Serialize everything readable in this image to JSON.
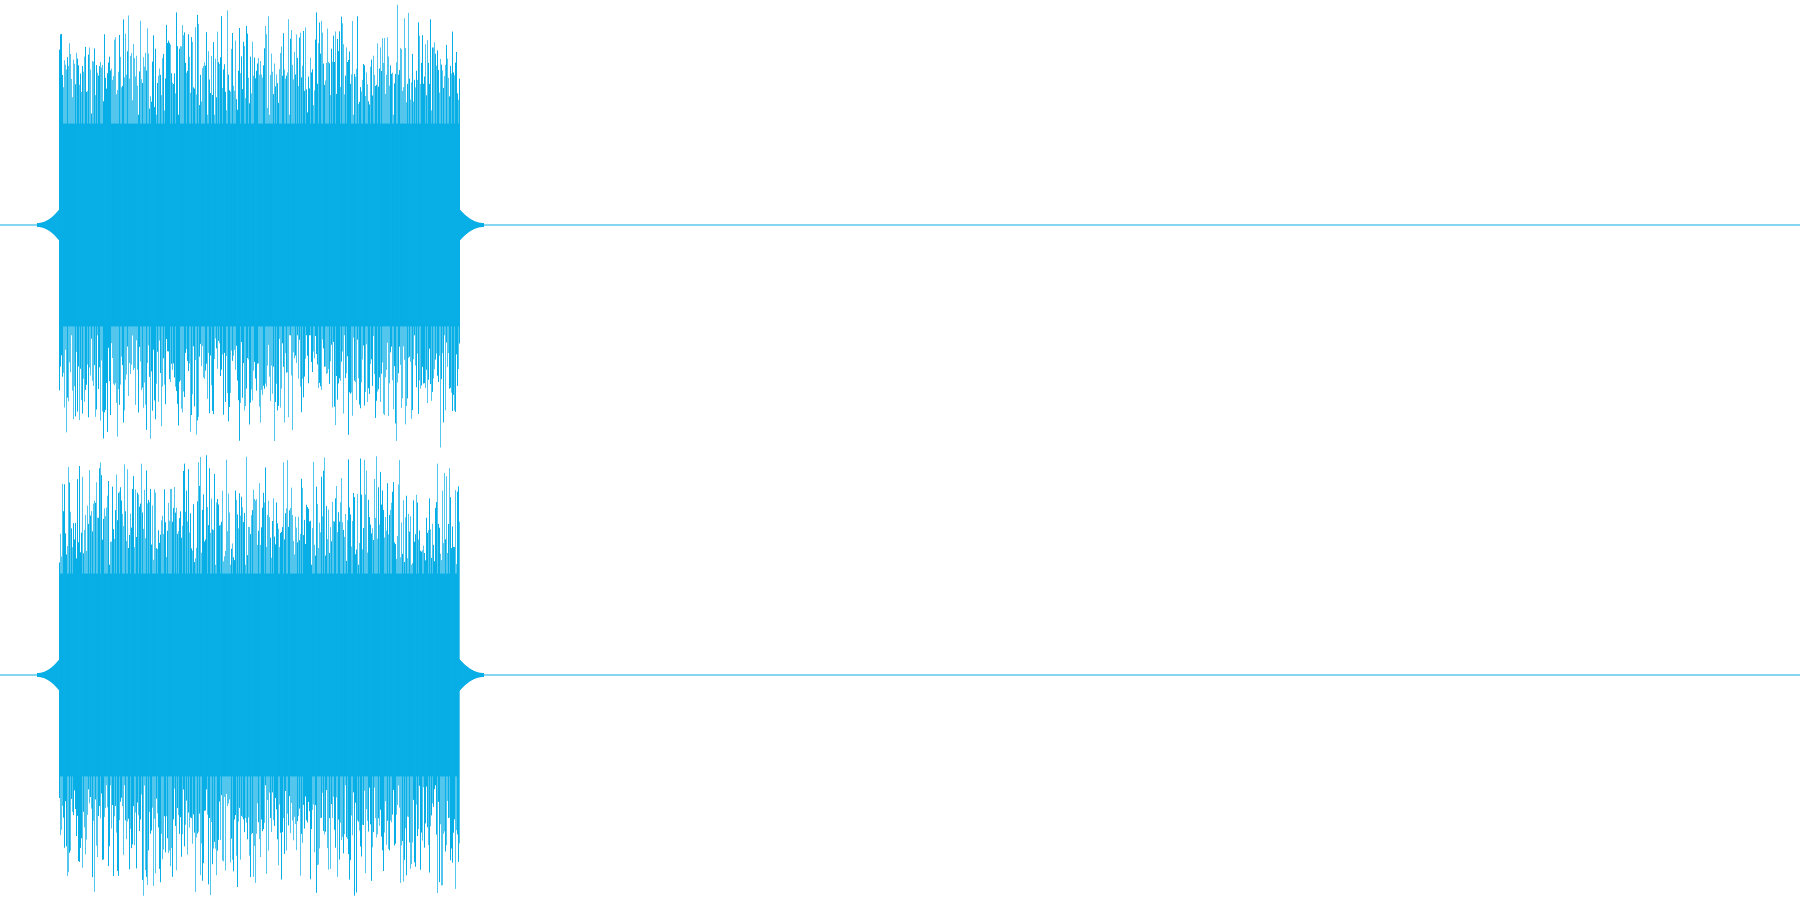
{
  "waveform": {
    "color": "#08aee6",
    "channels": [
      {
        "name": "",
        "silence_after_fraction": 0.27,
        "burst_start_fraction": 0.033,
        "burst_end_fraction": 0.255,
        "core_level": 0.49,
        "peak_level": 1.0
      },
      {
        "name": "",
        "silence_after_fraction": 0.27,
        "burst_start_fraction": 0.033,
        "burst_end_fraction": 0.255,
        "core_level": 0.49,
        "peak_level": 1.0
      }
    ]
  }
}
